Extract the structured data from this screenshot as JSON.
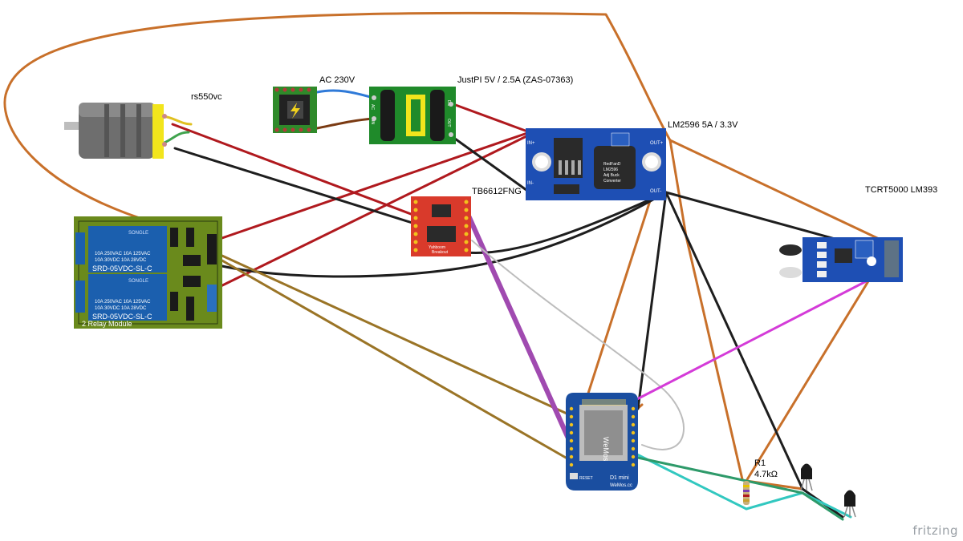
{
  "labels": {
    "motor": "rs550vc",
    "ac_input": "AC 230V",
    "psu": "JustPI 5V / 2.5A (ZAS-07363)",
    "buck": "LM2596 5A / 3.3V",
    "driver": "TB6612FNG",
    "sensor": "TCRT5000 LM393",
    "resistor_ref": "R1",
    "resistor_value": "4.7kΩ"
  },
  "relay": {
    "brand": "SONGLE",
    "rating_line1": "10A 250VAC  10A 125VAC",
    "rating_line2": "10A  30VDC  10A  28VDC",
    "model": "SRD-05VDC-SL-C",
    "title": "2 Relay Module"
  },
  "psu_pins": {
    "ac": "AC",
    "in": "IN",
    "dc": "DC",
    "out": "OUT"
  },
  "buck_board": {
    "in_plus": "IN+",
    "in_minus": "IN-",
    "out_plus": "OUT+",
    "out_minus": "OUT-",
    "chip_line1": "RedFanD",
    "chip_line2": "LM2596",
    "chip_line3": "Adj Buck",
    "chip_line4": "Converter"
  },
  "driver_board": {
    "brand_line1": "Yahboom",
    "brand_line2": "Breakout"
  },
  "wemos": {
    "logo": "WeMos",
    "model": "D1 mini",
    "brand": "WeMos.cc",
    "reset": "RESET"
  },
  "fritzing": "fritzing",
  "colors": {
    "orange_wire": "#c8702a",
    "red_wire": "#b0191e",
    "black_wire": "#1e1e1e",
    "blue_wire": "#2f7ad8",
    "brown_wire": "#7a3a12",
    "olive_wire": "#9a7426",
    "purple_wire": "#a04ab0",
    "magenta_wire": "#d43bd8",
    "cyan_wire": "#32c8c0",
    "green_wire": "#3fa34d",
    "relay_board": "#6a8a1c",
    "relay_block": "#1b5fae",
    "psu_board": "#1f8a2a",
    "buck_board": "#1e4fb4",
    "driver_board": "#d93a2b",
    "wemos_board": "#1a4ea0",
    "motor_body": "#6e6e6e",
    "motor_cap": "#f2e51c"
  }
}
